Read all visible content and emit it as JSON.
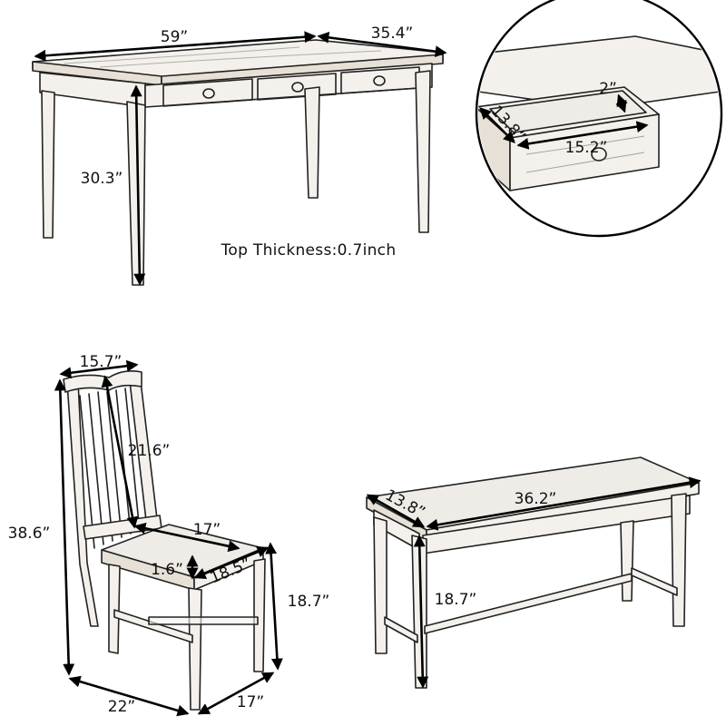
{
  "table": {
    "width_label": "59”",
    "depth_label": "35.4”",
    "height_label": "30.3”",
    "top_thickness_label": "Top Thickness:0.7inch"
  },
  "drawer": {
    "depth_label": "13.8”",
    "width_label": "15.2”",
    "height_label": "2”"
  },
  "chair": {
    "top_width_label": "15.7”",
    "back_height_label": "21.6”",
    "overall_height_label": "38.6”",
    "seat_depth_label": "17”",
    "seat_thickness_label": "1.6”",
    "seat_width_label": "18.5”",
    "seat_height_label": "18.7”",
    "base_depth_label": "22”",
    "base_width_label": "17”"
  },
  "bench": {
    "depth_label": "13.8”",
    "width_label": "36.2”",
    "height_label": "18.7”"
  }
}
